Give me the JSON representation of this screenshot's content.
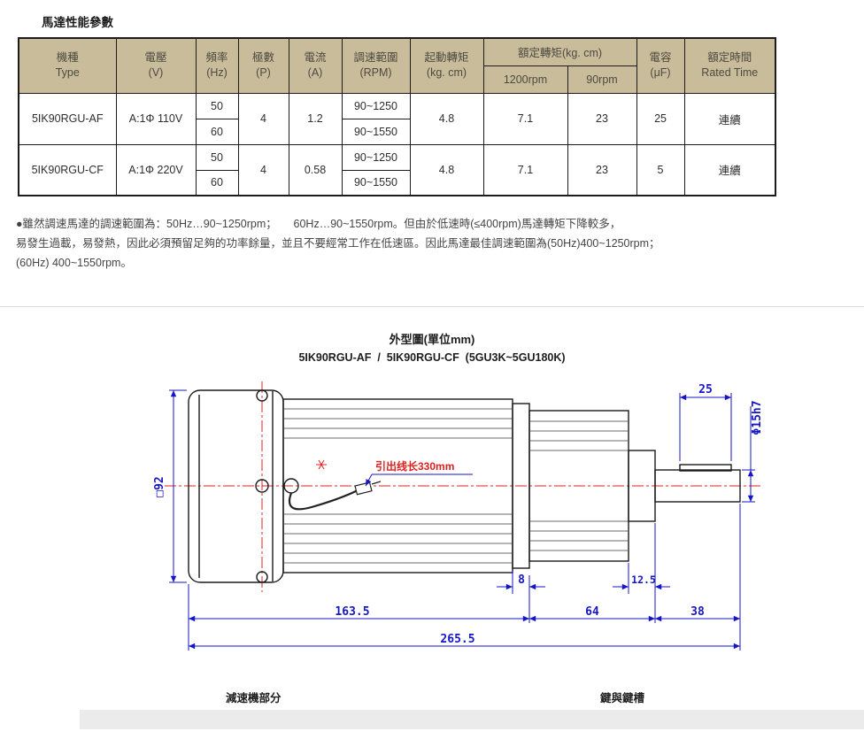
{
  "page": {
    "title": "馬達性能參數"
  },
  "table": {
    "headers": {
      "model_zh": "機種",
      "model_en": "Type",
      "voltage_zh": "電壓",
      "voltage_en": "(V)",
      "freq_zh": "頻率",
      "freq_en": "(Hz)",
      "poles_zh": "極數",
      "poles_en": "(P)",
      "current_zh": "電流",
      "current_en": "(A)",
      "speed_zh": "調速範圍",
      "speed_en": "(RPM)",
      "start_torque_zh": "起動轉矩",
      "start_torque_en": "(kg. cm)",
      "rated_torque": "額定轉矩(kg. cm)",
      "rated_torque_1200": "1200rpm",
      "rated_torque_90": "90rpm",
      "cap_zh": "電容",
      "cap_en": "(μF)",
      "time_zh": "額定時間",
      "time_en": "Rated Time"
    },
    "rows": [
      {
        "model": "5IK90RGU-AF",
        "voltage": "A:1Φ 110V",
        "freq1": "50",
        "freq2": "60",
        "poles": "4",
        "current": "1.2",
        "range1": "90~1250",
        "range2": "90~1550",
        "start_torque": "4.8",
        "torque_1200": "7.1",
        "torque_90": "23",
        "capacitance": "25",
        "rated_time": "連續"
      },
      {
        "model": "5IK90RGU-CF",
        "voltage": "A:1Φ 220V",
        "freq1": "50",
        "freq2": "60",
        "poles": "4",
        "current": "0.58",
        "range1": "90~1250",
        "range2": "90~1550",
        "start_torque": "4.8",
        "torque_1200": "7.1",
        "torque_90": "23",
        "capacitance": "5",
        "rated_time": "連續"
      }
    ]
  },
  "notes": {
    "line1": "●雖然調速馬達的調速範圍為：50Hz…90~1250rpm；　　60Hz…90~1550rpm。但由於低速時(≤400rpm)馬達轉矩下降較多，",
    "line2": "易發生過載，易發熱，因此必須預留足夠的功率餘量，並且不要經常工作在低速區。因此馬達最佳調速範圍為(50Hz)400~1250rpm；",
    "line3": "(60Hz) 400~1550rpm。"
  },
  "drawing": {
    "title": "外型圖(單位mm)",
    "subtitle": "5IK90RGU-AF  /  5IK90RGU-CF  (5GU3K~5GU180K)",
    "cable_label": "引出线长330mm",
    "dims": {
      "key_length": "25",
      "shaft_dia": "Φ15h7",
      "frame_size": "□92",
      "step": "8",
      "boss": "12.5",
      "gearbox_length": "163.5",
      "motor_length": "64",
      "shaft_length": "38",
      "total_length": "265.5"
    },
    "labels": {
      "gearbox": "減速機部分",
      "keyway": "鍵與鍵槽"
    }
  },
  "colors": {
    "table_header_bg": "#c9bc9b",
    "dimension_blue": "#1616c8",
    "centerline_red": "#e02020"
  }
}
